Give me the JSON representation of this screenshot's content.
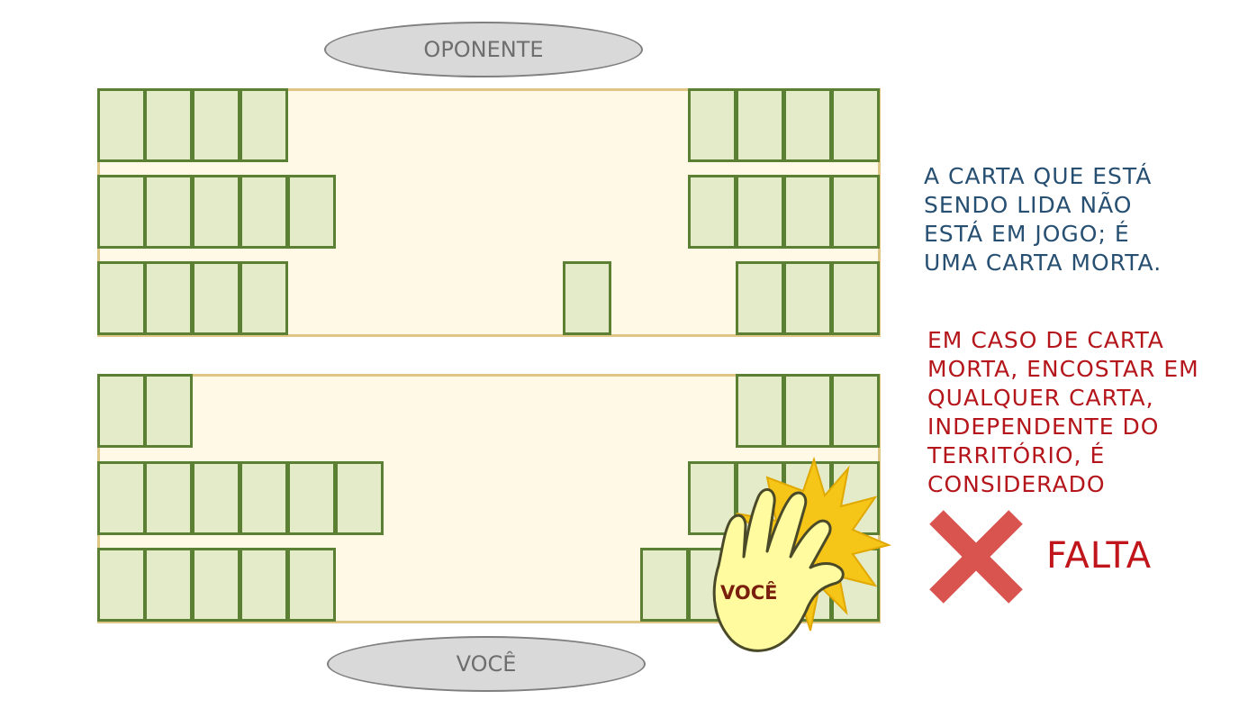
{
  "labels": {
    "opponent": "OPONENTE",
    "you": "VOCÊ",
    "hand": "VOCÊ"
  },
  "notes": {
    "blue_lines": [
      "A CARTA QUE ESTÁ",
      "SENDO LIDA NÃO",
      "ESTÁ EM JOGO; É",
      "UMA CARTA MORTA."
    ],
    "red_lines": [
      "EM CASO DE CARTA",
      "MORTA, ENCOSTAR EM",
      "QUALQUER CARTA,",
      "INDEPENDENTE DO",
      "TERRITÓRIO,  É",
      "CONSIDERADO"
    ],
    "verdict": "FALTA"
  },
  "colors": {
    "card_fill": "#e3ebc8",
    "card_border": "#5b7f33",
    "field_fill": "#fff9e5",
    "field_border": "#e0c684",
    "x_mark": "#d9534f",
    "burst": "#f5c518",
    "hand": "#fffb9e"
  },
  "icons": {
    "x": "red-x-icon",
    "hand": "slapping-hand-icon",
    "burst": "impact-burst-icon"
  }
}
